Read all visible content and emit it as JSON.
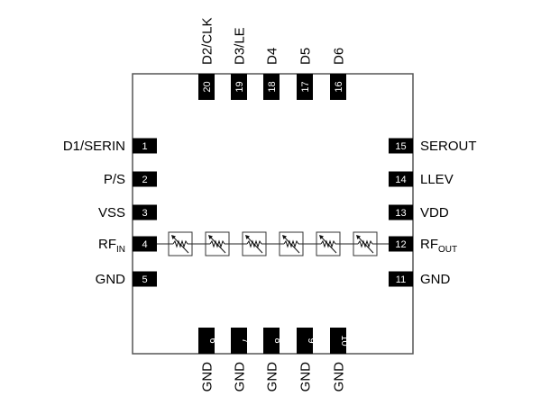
{
  "diagram": {
    "type": "ic-pinout",
    "package": "20-pin QFN (top view)",
    "colors": {
      "outline": "#555555",
      "pin_fill": "#000000",
      "pin_text": "#ffffff",
      "label_text": "#000000",
      "attenuator_stroke": "#333333",
      "background": "#ffffff"
    },
    "pins": {
      "left": [
        {
          "number": "1",
          "label": "D1/SERIN",
          "sub": ""
        },
        {
          "number": "2",
          "label": "P/S",
          "sub": ""
        },
        {
          "number": "3",
          "label": "VSS",
          "sub": ""
        },
        {
          "number": "4",
          "label": "RF",
          "sub": "IN"
        },
        {
          "number": "5",
          "label": "GND",
          "sub": ""
        }
      ],
      "bottom": [
        {
          "number": "6",
          "label": "GND"
        },
        {
          "number": "7",
          "label": "GND"
        },
        {
          "number": "8",
          "label": "GND"
        },
        {
          "number": "9",
          "label": "GND"
        },
        {
          "number": "10",
          "label": "GND"
        }
      ],
      "right": [
        {
          "number": "11",
          "label": "GND",
          "sub": ""
        },
        {
          "number": "12",
          "label": "RF",
          "sub": "OUT"
        },
        {
          "number": "13",
          "label": "VDD",
          "sub": ""
        },
        {
          "number": "14",
          "label": "LLEV",
          "sub": ""
        },
        {
          "number": "15",
          "label": "SEROUT",
          "sub": ""
        }
      ],
      "top": [
        {
          "number": "16",
          "label": "D6"
        },
        {
          "number": "17",
          "label": "D5"
        },
        {
          "number": "18",
          "label": "D4"
        },
        {
          "number": "19",
          "label": "D3/LE"
        },
        {
          "number": "20",
          "label": "D2/CLK"
        }
      ]
    },
    "rf_path": {
      "from_pin": "4",
      "to_pin": "12",
      "attenuator_stages": 6,
      "stage_icon": "variable-resistor-icon"
    }
  }
}
